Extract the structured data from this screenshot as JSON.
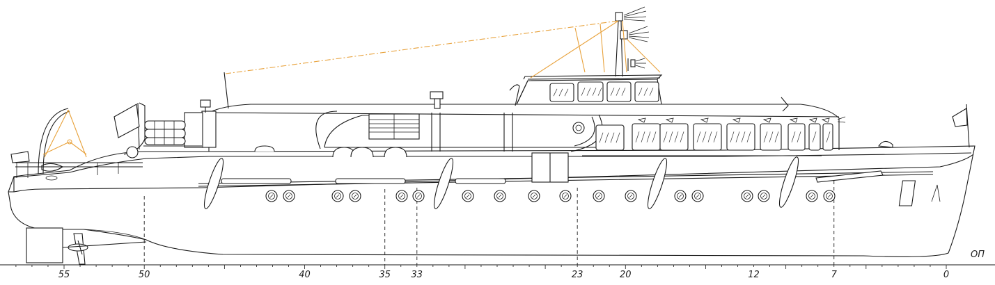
{
  "drawing": {
    "baseline_label": "ОП",
    "frames": [
      {
        "label": "55",
        "dashed": false
      },
      {
        "label": "50",
        "dashed": true
      },
      {
        "label": "40",
        "dashed": false
      },
      {
        "label": "35",
        "dashed": true
      },
      {
        "label": "33",
        "dashed": true
      },
      {
        "label": "23",
        "dashed": true
      },
      {
        "label": "20",
        "dashed": false
      },
      {
        "label": "12",
        "dashed": false
      },
      {
        "label": "7",
        "dashed": true
      },
      {
        "label": "0",
        "dashed": false
      }
    ],
    "colors": {
      "line": "#1a1a1a",
      "rigging": "#e8a23c",
      "background": "#ffffff"
    }
  }
}
